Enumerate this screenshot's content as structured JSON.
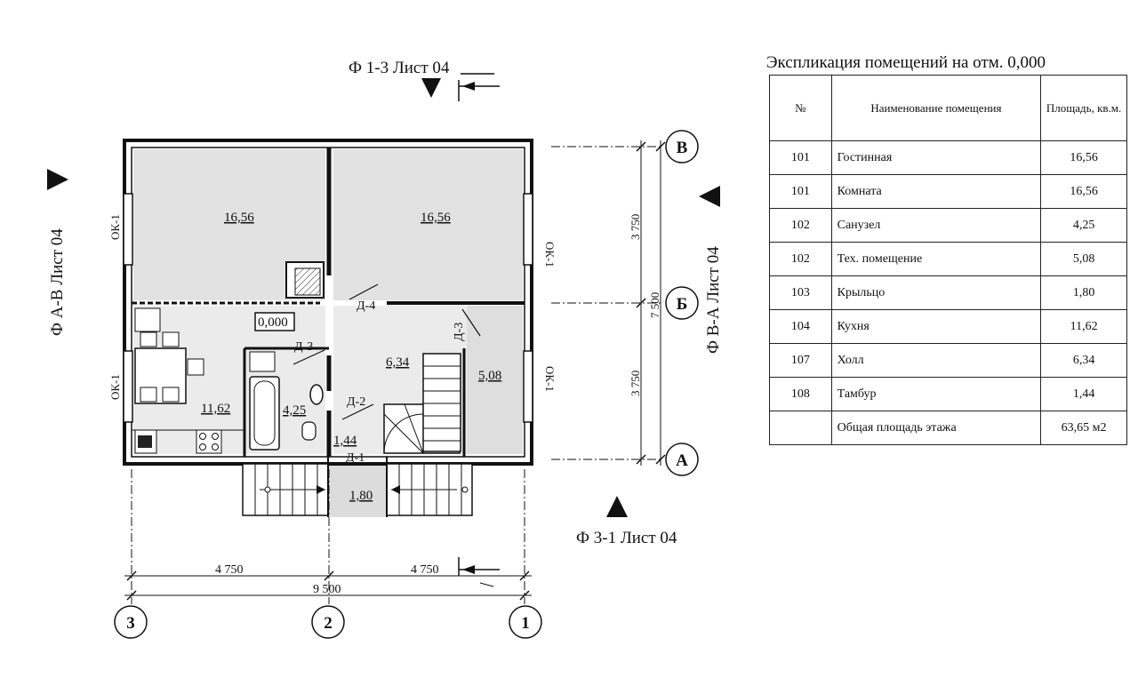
{
  "plan": {
    "section_top": "Ф 1-3 Лист 04",
    "section_bottom": "Ф 3-1 Лист 04",
    "section_left": "Ф А-В Лист 04",
    "section_right": "Ф В-А Лист 04",
    "level_mark": "0,000",
    "rooms": {
      "r1": "16,56",
      "r2": "16,56",
      "kitchen": "11,62",
      "bath": "4,25",
      "hall": "6,34",
      "tech": "5,08",
      "vestibule": "1,44",
      "porch": "1,80"
    },
    "doors": [
      "Д-4",
      "Д-3",
      "Д-3",
      "Д-2",
      "Д-1"
    ],
    "windows": [
      "ОК-1",
      "ОК-1",
      "ОК-1",
      "ОК-1"
    ],
    "dims": {
      "left": "4 750",
      "right": "4 750",
      "total": "9 500",
      "v_top": "3 750",
      "v_bottom": "3 750",
      "v_total": "7 500"
    },
    "axes_h": [
      "3",
      "2",
      "1"
    ],
    "axes_v": [
      "В",
      "Б",
      "А"
    ]
  },
  "table": {
    "title": "Экспликация помещений на отм. 0,000",
    "headers": [
      "№",
      "Наименование помещения",
      "Площадь, кв.м."
    ],
    "rows": [
      {
        "num": "101",
        "name": "Гостинная",
        "area": "16,56"
      },
      {
        "num": "101",
        "name": "Комната",
        "area": "16,56"
      },
      {
        "num": "102",
        "name": "Санузел",
        "area": "4,25"
      },
      {
        "num": "102",
        "name": "Тех. помещение",
        "area": "5,08"
      },
      {
        "num": "103",
        "name": "Крыльцо",
        "area": "1,80"
      },
      {
        "num": "104",
        "name": "Кухня",
        "area": "11,62"
      },
      {
        "num": "107",
        "name": "Холл",
        "area": "6,34"
      },
      {
        "num": "108",
        "name": "Тамбур",
        "area": "1,44"
      }
    ],
    "total": {
      "num": "",
      "name": "Общая площадь этажа",
      "area": "63,65 м2"
    }
  }
}
